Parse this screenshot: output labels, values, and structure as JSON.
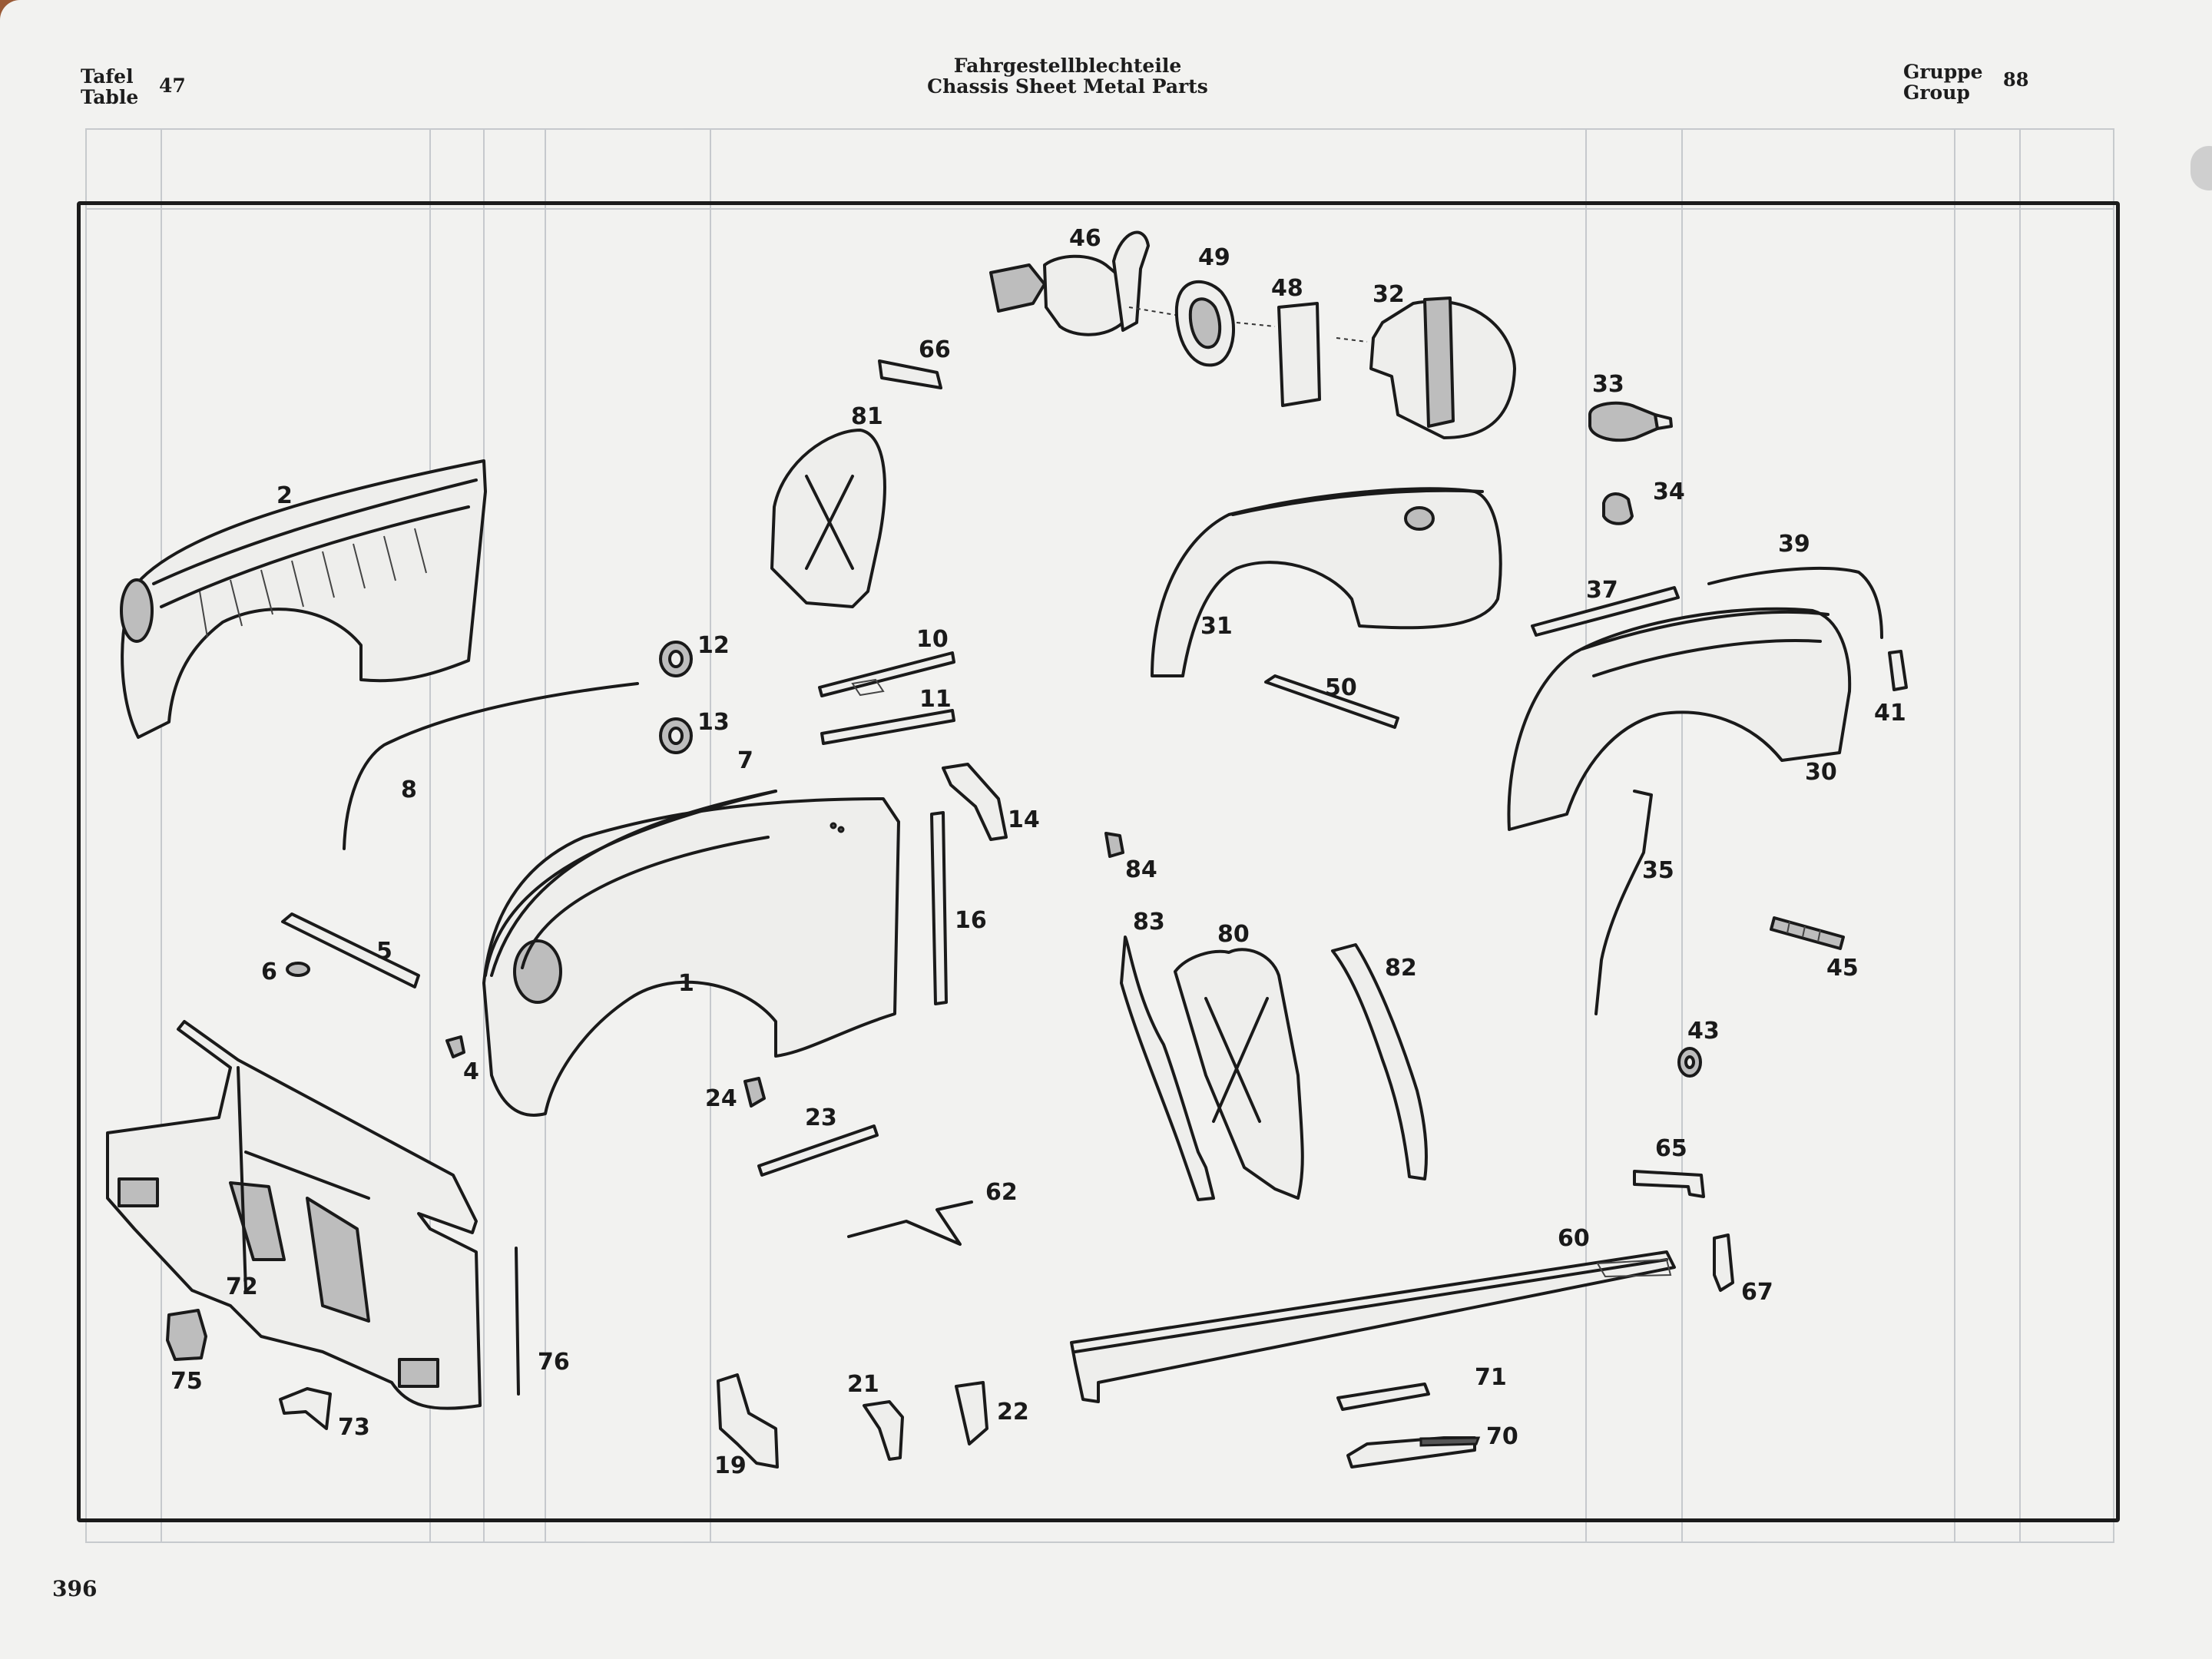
{
  "header": {
    "tafel_label": "Tafel",
    "table_label": "Table",
    "table_number": "47",
    "title_de": "Fahrgestellblechteile",
    "title_en": "Chassis Sheet Metal Parts",
    "gruppe_label": "Gruppe",
    "group_label": "Group",
    "group_number": "88"
  },
  "footer": {
    "page_number": "396"
  },
  "callouts": {
    "c1": "1",
    "c2": "2",
    "c4": "4",
    "c5": "5",
    "c6": "6",
    "c7": "7",
    "c8": "8",
    "c10": "10",
    "c11": "11",
    "c12": "12",
    "c13": "13",
    "c14": "14",
    "c16": "16",
    "c19": "19",
    "c21": "21",
    "c22": "22",
    "c23": "23",
    "c24": "24",
    "c30": "30",
    "c31": "31",
    "c32": "32",
    "c33": "33",
    "c34": "34",
    "c35": "35",
    "c37": "37",
    "c39": "39",
    "c41": "41",
    "c43": "43",
    "c45": "45",
    "c46": "46",
    "c48": "48",
    "c49": "49",
    "c50": "50",
    "c60": "60",
    "c62": "62",
    "c65": "65",
    "c66": "66",
    "c67": "67",
    "c70": "70",
    "c71": "71",
    "c72": "72",
    "c73": "73",
    "c75": "75",
    "c76": "76",
    "c80": "80",
    "c81": "81",
    "c82": "82",
    "c83": "83",
    "c84": "84"
  },
  "colors": {
    "paper": "#f2f2f0",
    "ink": "#1a1a1a",
    "background": "#9a5a36"
  }
}
